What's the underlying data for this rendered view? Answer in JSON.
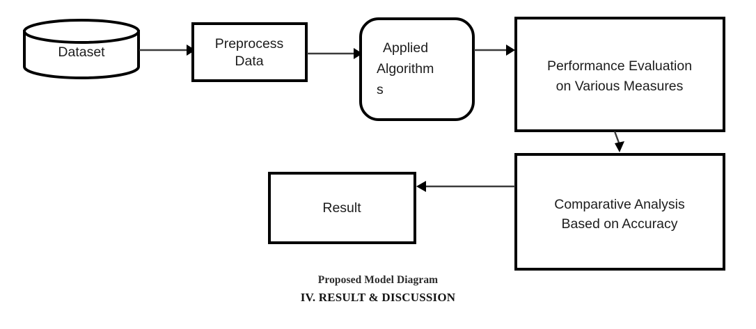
{
  "diagram": {
    "type": "flowchart",
    "title": "Proposed Model Diagram",
    "section_heading": "IV. RESULT & DISCUSSION",
    "background_color": "#ffffff",
    "stroke_color": "#000000",
    "text_color": "#1c1c1c",
    "connector_color": "#3b3b3b",
    "nodes": [
      {
        "id": "dataset",
        "shape": "cylinder",
        "label": "Dataset",
        "lines": [
          "Dataset"
        ]
      },
      {
        "id": "preprocess",
        "shape": "rectangle",
        "label": "Preprocess Data",
        "lines": [
          "Preprocess",
          "Data"
        ]
      },
      {
        "id": "applied-algorithms",
        "shape": "rounded-rectangle",
        "label": "Applied Algorithms",
        "lines": [
          "Applied",
          "Algorithm",
          "s"
        ]
      },
      {
        "id": "performance-evaluation",
        "shape": "rectangle",
        "label": "Performance Evaluation on Various Measures",
        "lines": [
          "Performance Evaluation",
          "on Various Measures"
        ]
      },
      {
        "id": "comparative-analysis",
        "shape": "rectangle",
        "label": "Comparative Analysis Based on Accuracy",
        "lines": [
          "Comparative Analysis",
          "Based on Accuracy"
        ]
      },
      {
        "id": "result",
        "shape": "rectangle",
        "label": "Result",
        "lines": [
          "Result"
        ]
      }
    ],
    "connectors": [
      {
        "id": "dataset-to-preprocess",
        "from": "dataset",
        "to": "preprocess",
        "direction": "right"
      },
      {
        "id": "preprocess-to-applied",
        "from": "preprocess",
        "to": "applied-algorithms",
        "direction": "right"
      },
      {
        "id": "applied-to-performance",
        "from": "applied-algorithms",
        "to": "performance-evaluation",
        "direction": "right"
      },
      {
        "id": "performance-to-comparative",
        "from": "performance-evaluation",
        "to": "comparative-analysis",
        "direction": "down"
      },
      {
        "id": "comparative-to-result",
        "from": "comparative-analysis",
        "to": "result",
        "direction": "left"
      }
    ]
  }
}
